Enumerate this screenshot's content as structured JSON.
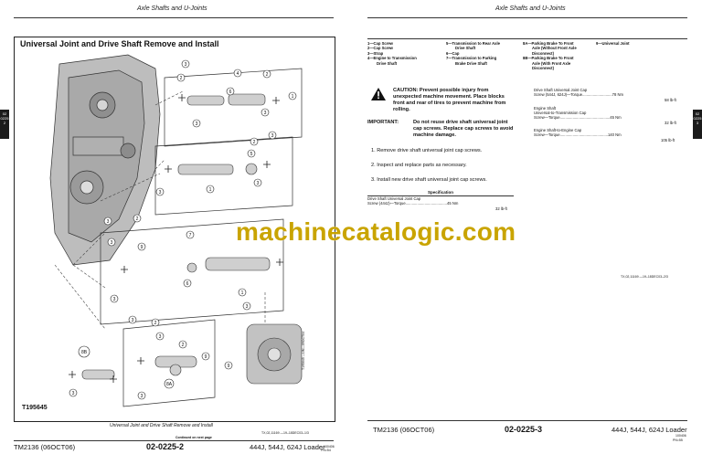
{
  "left_page": {
    "header": "Axle Shafts and U-Joints",
    "section_title": "Universal Joint and Drive Shaft Remove and Install",
    "figure_id": "T195645",
    "figure_side_code": "T195645 —UN—09OCT04",
    "figure_caption": "Universal Joint and Drive Shaft Remove and Install",
    "figure_tracking": "TX,02,11169 —19–18DEC03–1/3",
    "continued": "Continued on next page",
    "footer_left": "TM2136 (06OCT06)",
    "footer_center": "02-0225-2",
    "footer_right": "444J, 544J, 624J Loader",
    "footer_right_small": "100406",
    "footer_page": "PN=54",
    "callouts": [
      "3",
      "2",
      "3",
      "4",
      "3",
      "5",
      "6",
      "1",
      "3",
      "2",
      "3",
      "4",
      "2",
      "3",
      "7",
      "2",
      "3",
      "3",
      "8",
      "9",
      "1",
      "3",
      "6",
      "3",
      "1",
      "3",
      "3",
      "8",
      "8",
      "8B",
      "8A",
      "9",
      "3",
      "3",
      "3"
    ]
  },
  "right_page": {
    "header": "Axle Shafts and U-Joints",
    "legend": {
      "col1": [
        "1—Cap Screw",
        "2—Cap Screw",
        "3—Strap",
        "4—Engine to Transmission",
        "Drive Shaft"
      ],
      "col2": [
        "5—Transmission to Rear Axle",
        "Drive Shaft",
        "6—Cap",
        "7—Transmission to Parking",
        "Brake Drive Shaft"
      ],
      "col3": [
        "8A—Parking Brake To Front",
        "Axle (Without Front Axle",
        "Disconnect)",
        "8B—Parking Brake To Front",
        "Axle (With Front Axle",
        "Disconnect)"
      ],
      "col4": [
        "9—Universal Joint"
      ]
    },
    "caution": "CAUTION: Prevent possible injury from unexpected machine movement. Place blocks front and rear of tires to prevent machine from rolling.",
    "important_label": "IMPORTANT:",
    "important_text": "Do not reuse drive shaft universal joint cap screws. Replace cap screws to avoid machine damage.",
    "steps": [
      "1.  Remove drive shaft universal joint cap screws.",
      "2.  Inspect and replace parts as necessary.",
      "3.  Install new drive shaft universal joint cap screws."
    ],
    "spec_title": "Specification",
    "spec_lines": [
      "Drive Shaft Universal Joint Cap",
      "Screw (444J)—Torque.......................................45 Nm",
      "32 lb-ft"
    ],
    "right_specs": [
      "Drive Shaft Universal Joint Cap",
      "Screw (544J, 624J)—Torque............................78 Nm",
      "58 lb-ft",
      "Engine Shaft",
      "Universal-to-Transmission Cap",
      "Screw—Torque...............................................45 Nm",
      "32 lb-ft",
      "Engine Shaft-to-Engine Cap",
      "Screw—Torque.............................................140 Nm",
      "105 lb-ft"
    ],
    "tracking": "TX,02,11169 —19–18DEC03–2/3",
    "footer_left": "TM2136 (06OCT06)",
    "footer_center": "02-0225-3",
    "footer_right": "444J, 544J, 624J Loader",
    "footer_right_small": "100406",
    "footer_page": "PN=55"
  },
  "side_tabs": {
    "left": [
      "02",
      "0225",
      "2"
    ],
    "right": [
      "02",
      "0225",
      "3"
    ]
  },
  "watermark": "machinecatalogic.com",
  "colors": {
    "watermark": "#c9a400",
    "tab": "#1b1b1b"
  }
}
